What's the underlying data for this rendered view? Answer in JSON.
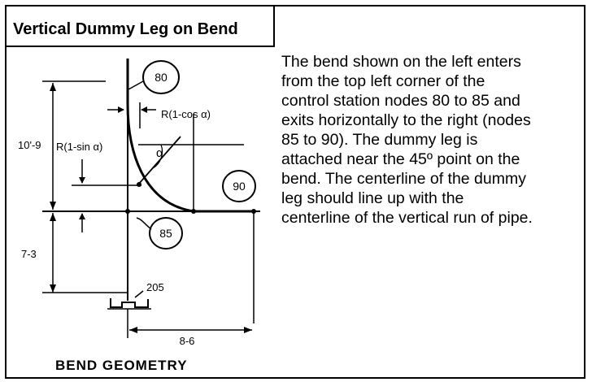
{
  "panel": {
    "title": "Vertical Dummy Leg on Bend",
    "description_lines": [
      "The bend shown on the left enters",
      "from the top left corner of the",
      "control station nodes 80 to 85 and",
      "exits horizontally to the right (nodes",
      "85 to 90). The dummy leg is",
      "attached near the 45º point on the",
      "bend. The centerline of the dummy",
      "leg should line up with the",
      "centerline of the vertical run of pipe."
    ]
  },
  "diagram": {
    "caption": "BEND GEOMETRY",
    "nodes": {
      "n80": "80",
      "n85": "85",
      "n90": "90",
      "n205": "205"
    },
    "dimensions": {
      "upper_vertical": "10'-9",
      "lower_vertical": "7-3",
      "horizontal": "8-6"
    },
    "labels": {
      "r_one_minus_cos": "R(1-cos  α)",
      "r_one_minus_sin": "R(1-sin  α)",
      "alpha": "α"
    }
  }
}
